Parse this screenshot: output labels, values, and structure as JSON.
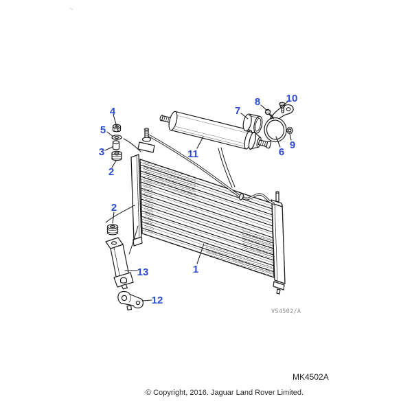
{
  "callouts": [
    {
      "label": "4"
    },
    {
      "label": "5"
    },
    {
      "label": "3"
    },
    {
      "label": "2"
    },
    {
      "label": "2"
    },
    {
      "label": "13"
    },
    {
      "label": "12"
    },
    {
      "label": "1"
    },
    {
      "label": "11"
    },
    {
      "label": "7"
    },
    {
      "label": "8"
    },
    {
      "label": "10"
    },
    {
      "label": "6"
    },
    {
      "label": "9"
    }
  ],
  "codes": {
    "drawing_ref": "VS4502/A",
    "catalog_code": "MK4502A"
  },
  "footer": {
    "copyright": "© Copyright, 2016. Jaguar Land Rover Limited."
  },
  "colors": {
    "callout_blue": "#2b4bd3",
    "line_black": "#1c1c1c",
    "ref_gray": "#8c8c8c",
    "background": "#ffffff"
  }
}
